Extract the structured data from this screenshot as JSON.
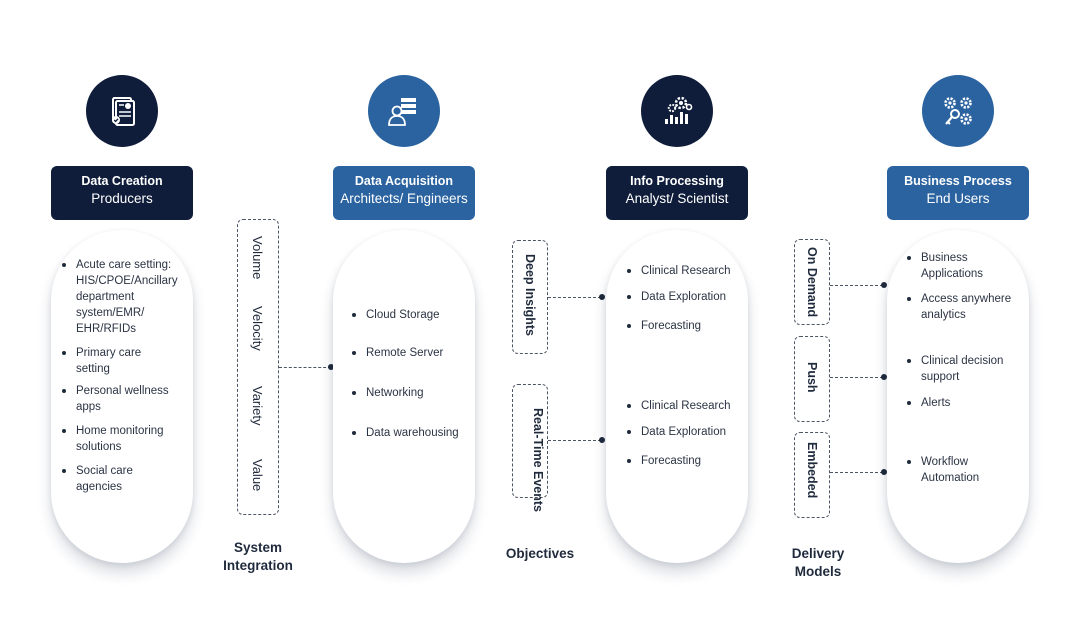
{
  "columns": [
    {
      "title": "Data Creation",
      "subtitle": "Producers",
      "icon": "report-icon",
      "theme": "dark",
      "items": [
        "Acute care setting:",
        "HIS/CPOE/Ancillary",
        "department",
        "system/EMR/",
        "EHR/RFIDs",
        "Primary care",
        "setting",
        "Personal wellness",
        "apps",
        "Home monitoring",
        "solutions",
        "Social care",
        "agencies"
      ]
    },
    {
      "title": "Data Acquisition",
      "subtitle": "Architects/ Engineers",
      "icon": "engineer-server-icon",
      "theme": "blue",
      "items": [
        "Cloud Storage",
        "Remote Server",
        "Networking",
        "Data warehousing"
      ]
    },
    {
      "title": "Info Processing",
      "subtitle": "Analyst/ Scientist",
      "icon": "analytics-gears-icon",
      "theme": "dark",
      "items": [
        "Clinical Research",
        "Data Exploration",
        "Forecasting",
        "Clinical Research",
        "Data Exploration",
        "Forecasting"
      ]
    },
    {
      "title": "Business Process",
      "subtitle": "End Users",
      "icon": "gears-key-icon",
      "theme": "blue",
      "items": [
        "Business",
        "Applications",
        "Access anywhere",
        "analytics",
        "Clinical decision",
        "support",
        "Alerts",
        "Workflow",
        "Automation"
      ]
    }
  ],
  "system_integration": {
    "vs": [
      "Volume",
      "Velocity",
      "Variety",
      "Value"
    ],
    "caption_line1": "System",
    "caption_line2": "Integration"
  },
  "objectives": {
    "boxes": [
      "Deep Insights",
      "Real-Time Events"
    ],
    "caption": "Objectives"
  },
  "delivery_models": {
    "boxes": [
      "On Demand",
      "Push",
      "Embeded"
    ],
    "caption_line1": "Delivery",
    "caption_line2": "Models"
  },
  "colors": {
    "dark": "#0f1d3a",
    "blue": "#2a63a0"
  }
}
